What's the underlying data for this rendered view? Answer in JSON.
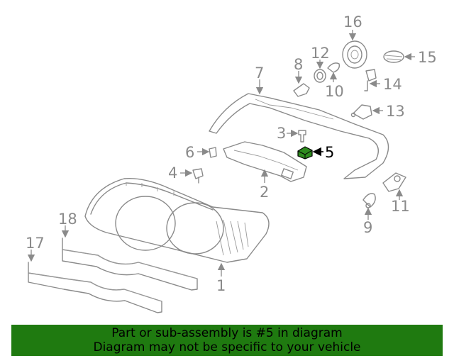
{
  "callouts": {
    "c1": "1",
    "c2": "2",
    "c3": "3",
    "c4": "4",
    "c5": "5",
    "c6": "6",
    "c7": "7",
    "c8": "8",
    "c9": "9",
    "c10": "10",
    "c11": "11",
    "c12": "12",
    "c13": "13",
    "c14": "14",
    "c15": "15",
    "c16": "16",
    "c17": "17",
    "c18": "18"
  },
  "highlight": {
    "part": "5",
    "color": "#2e8b1e"
  },
  "banner": {
    "line1": "Part or sub-assembly is #5 in diagram",
    "line2": "Diagram may not be specific to your vehicle",
    "background": "#1f7a10"
  }
}
